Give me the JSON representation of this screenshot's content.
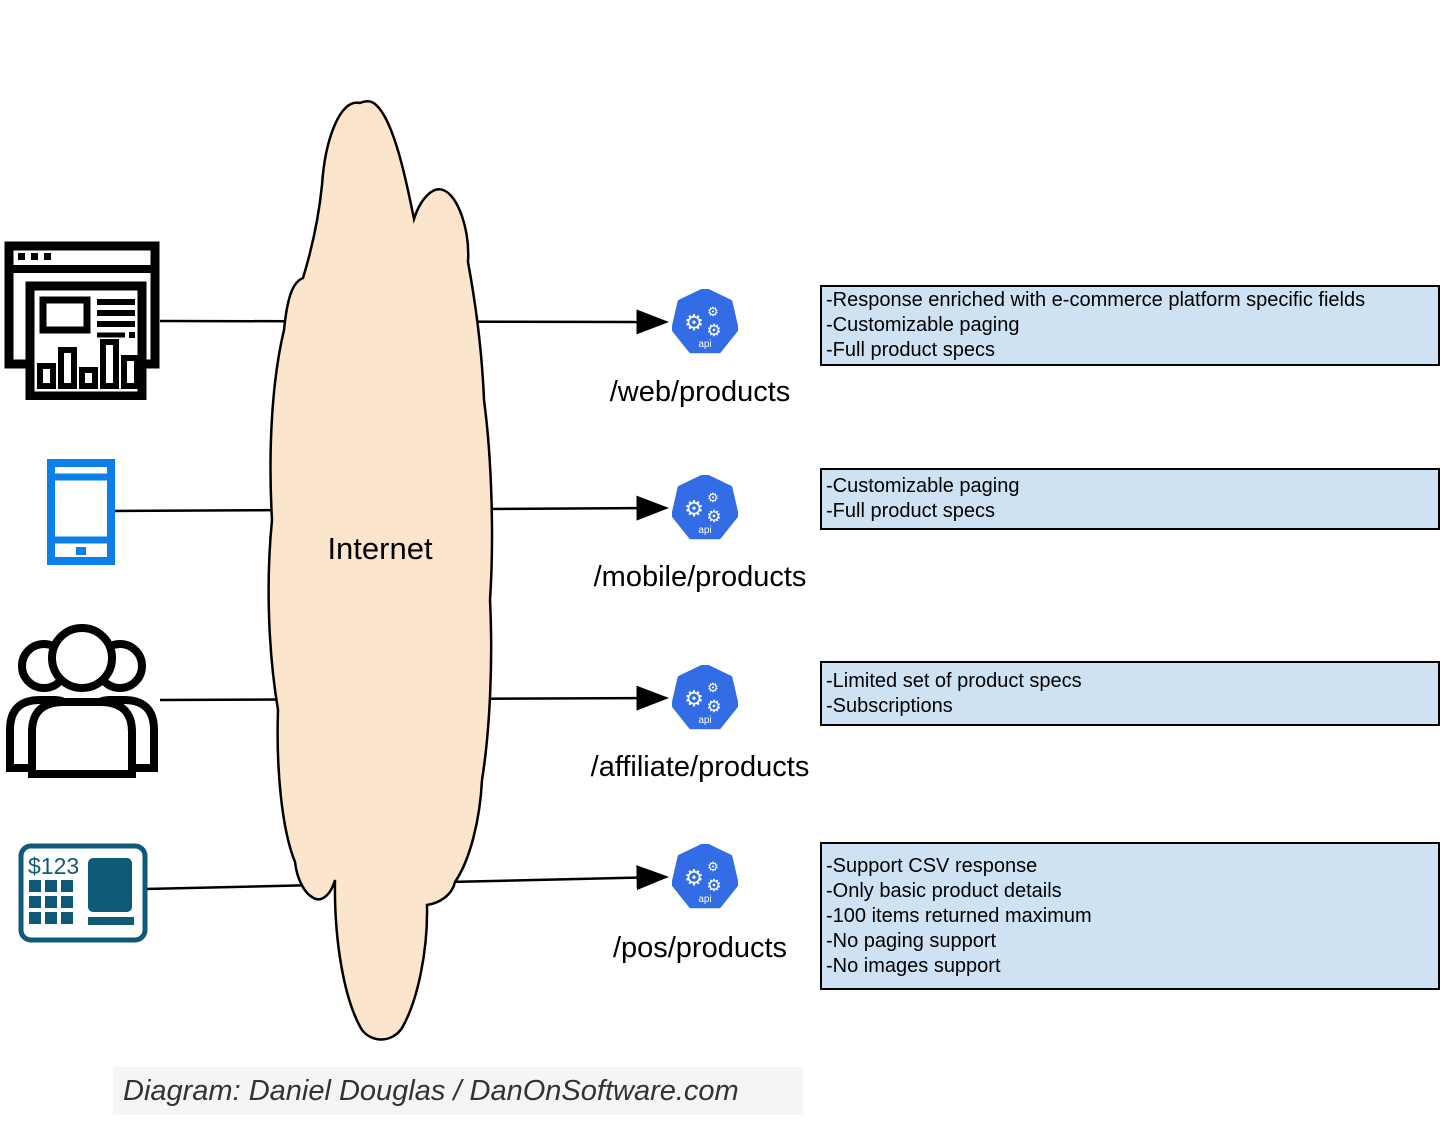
{
  "diagram": {
    "internet_label": "Internet",
    "api_badge": "api",
    "pos_display": "$123",
    "footer_credit": "Diagram: Daniel Douglas / DanOnSoftware.com"
  },
  "endpoints": [
    {
      "path": "/web/products",
      "notes": [
        "-Response enriched with e-commerce platform specific fields",
        "-Customizable paging",
        "-Full product specs"
      ]
    },
    {
      "path": "/mobile/products",
      "notes": [
        "-Customizable paging",
        "-Full product specs"
      ]
    },
    {
      "path": "/affiliate/products",
      "notes": [
        "-Limited set of product specs",
        "-Subscriptions"
      ]
    },
    {
      "path": "/pos/products",
      "notes": [
        "-Support CSV response",
        "-Only basic product details",
        "-100 items returned maximum",
        "-No paging support",
        "-No images support"
      ]
    }
  ],
  "colors": {
    "cloud_fill": "#fce5cd",
    "notes_fill": "#cfe2f3",
    "api_blue": "#326de6",
    "phone_blue": "#0b80e8",
    "pos_teal": "#0e5a78"
  }
}
